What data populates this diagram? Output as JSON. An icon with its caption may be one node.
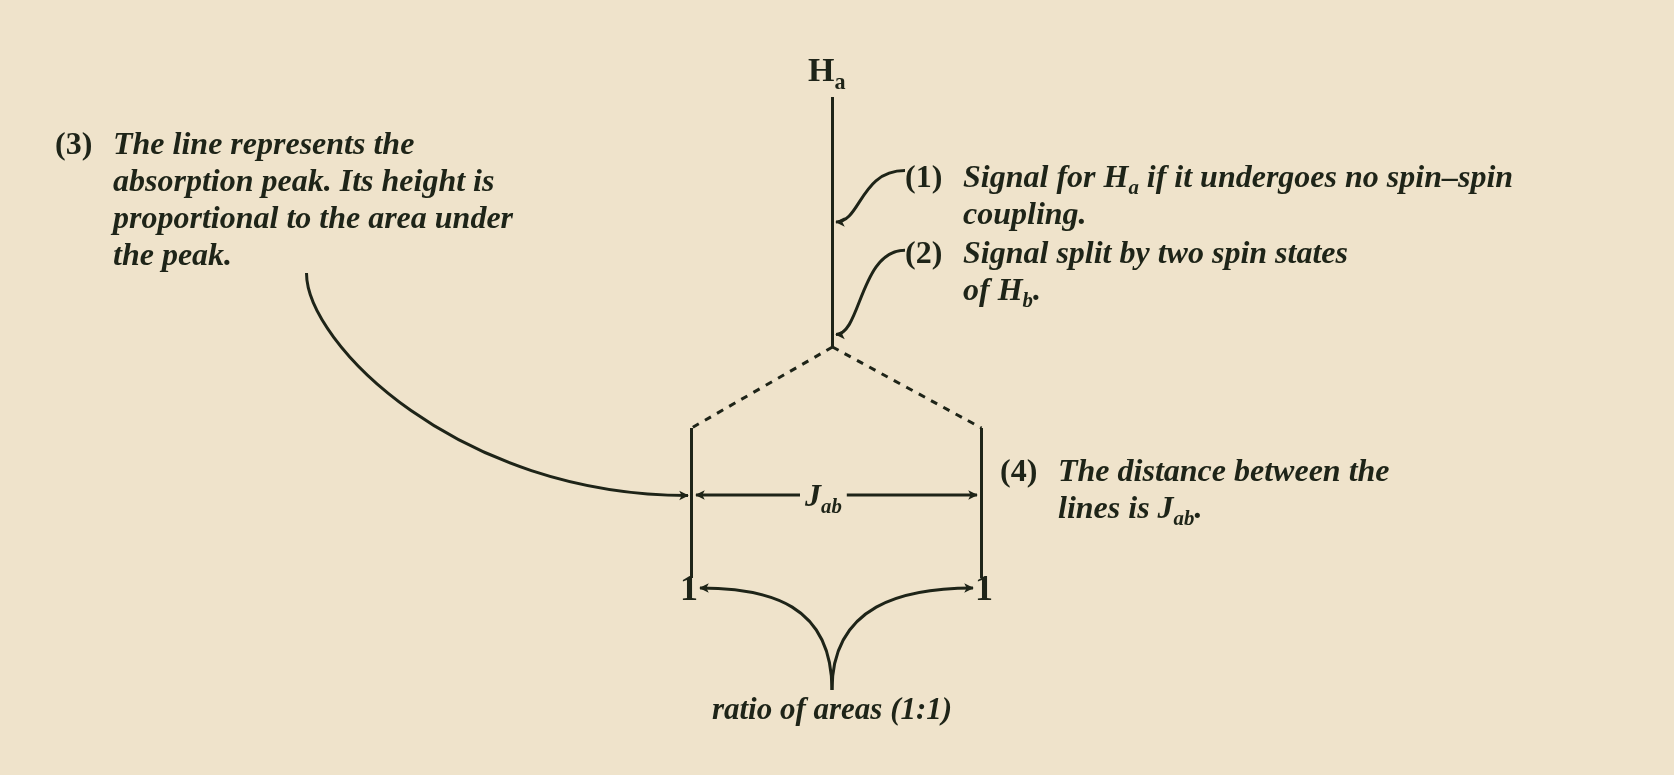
{
  "diagram": {
    "nodes": [
      {
        "text": [
          "(1)",
          "Signal for H$_{a}$ if it undergoes no spin–spin coupling."
        ]
      },
      {
        "text": [
          "(2)",
          "Signal split by two spin states of H$_{b}$."
        ]
      },
      {
        "text": [
          "(3)",
          "The line represents the absorption peak. Its height is proportional to the area under the peak."
        ]
      },
      {
        "text": [
          "(4)",
          "The distance between the lines is J$_{ab}$."
        ]
      },
      {
        "text": [
          "ratio of areas (1:1)"
        ]
      },
      {
        "text": [],
        "shape": "line"
      },
      {
        "text": [],
        "shape": "line"
      },
      {
        "text": [],
        "shape": "line"
      },
      {
        "text": [
          "1"
        ]
      },
      {
        "text": [
          "1"
        ]
      }
    ],
    "edges": [
      {
        "from": 0,
        "to": 5,
        "arrow": "to"
      },
      {
        "from": 1,
        "to": 5,
        "arrow": "to"
      },
      {
        "from": 2,
        "to": 6,
        "arrow": "to"
      },
      {
        "from": 4,
        "to": 8,
        "arrow": "to"
      },
      {
        "from": 4,
        "to": 9,
        "arrow": "to"
      },
      {
        "from": 5,
        "to": 6,
        "arrow": "none",
        "style": "dashed"
      },
      {
        "from": 5,
        "to": 7,
        "arrow": "none",
        "style": "dashed"
      }
    ],
    "labels": [
      "H$_{a}$",
      "J$_{ab}$"
    ]
  }
}
